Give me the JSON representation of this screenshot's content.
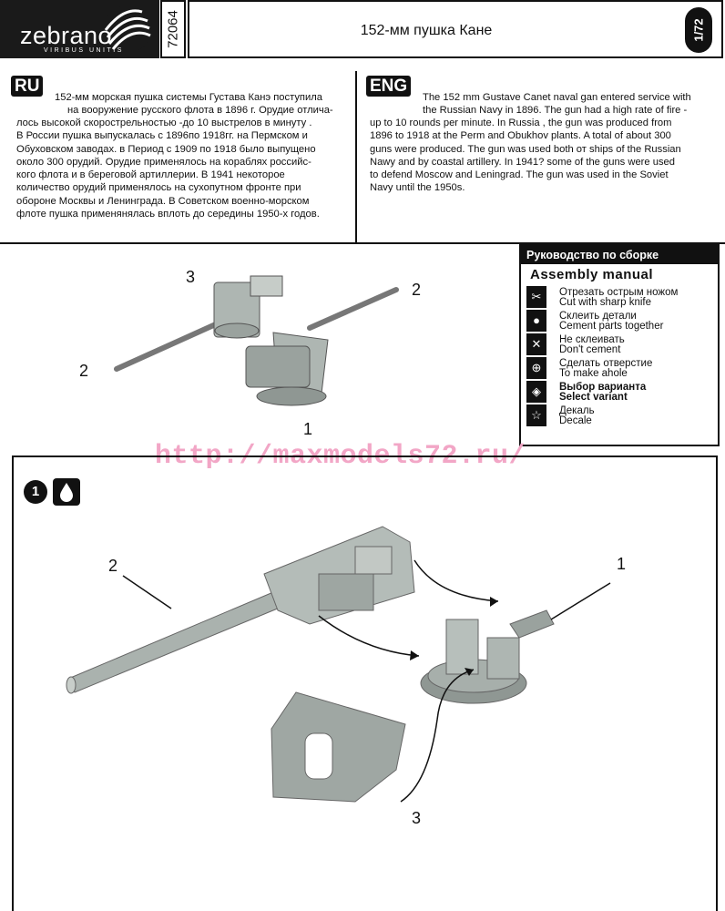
{
  "header": {
    "brand": "zebrano",
    "tagline": "VIRIBUS UNITIS",
    "kit_number": "72064",
    "title": "152-мм пушка Кане",
    "scale": "1/72"
  },
  "ru": {
    "tag": "RU",
    "lines": [
      "152-мм морская пушка системы Густава Канэ поступила",
      "на вооружение русского флота в 1896 г. Орудие отлича-",
      "лось высокой скорострельностью -до 10 выстрелов в минуту .",
      "В России пушка выпускалась с 1896по 1918гг. на Пермском  и",
      "Обуховском заводах. в Период с 1909 по 1918 было выпущено",
      "около 300 орудий. Орудие применялось на кораблях российс-",
      "кого флота и в береговой артиллерии. В 1941 некоторое",
      "количество орудий применялось на сухопутном фронте при",
      "обороне Москвы и Ленинграда. В Советском военно-морском",
      "флоте пушка применянялась вплоть до середины 1950-х годов."
    ]
  },
  "en": {
    "tag": "ENG",
    "lines": [
      "The 152 mm Gustave Canet naval gan entered service with",
      "the Russian Navy in 1896. The gun had a high rate of fire -",
      "up to 10 rounds per minute. In Russia , the gun was produced from",
      "1896 to 1918 at the Perm and Obukhov plants. A total of about 300",
      "guns were produced. The gun was used both от ships of the Russian",
      "Nawy and by coastal artillery. In 1941? some of the guns were used",
      "to defend Moscow and Leningrad. The gun was used in the Soviet",
      "Navy until the 1950s."
    ]
  },
  "legend": {
    "header_ru": "Руководство по сборке",
    "header_en": "Assembly manual",
    "items": [
      {
        "ru": "Отрезать острым ножом",
        "en": "Cut with sharp knife",
        "icon": "knife-icon"
      },
      {
        "ru": "Склеить детали",
        "en": "Cement parts together",
        "icon": "glue-drop-icon"
      },
      {
        "ru": "Не склеивать",
        "en": "Don't cement",
        "icon": "no-glue-icon"
      },
      {
        "ru": "Сделать отверстие",
        "en": "To make ahole",
        "icon": "drill-icon"
      },
      {
        "ru": "Выбор варианта",
        "en": "Select variant",
        "icon": "variant-icon"
      },
      {
        "ru": "Декаль",
        "en": "Decale",
        "icon": "star-decal-icon"
      }
    ]
  },
  "overview_labels": {
    "a": "3",
    "b": "2",
    "c": "2",
    "d": "1"
  },
  "watermark": "http://maxmodels72.ru/",
  "step": {
    "number": "1",
    "labels": {
      "barrel": "2",
      "mount": "1",
      "shield": "3"
    }
  }
}
